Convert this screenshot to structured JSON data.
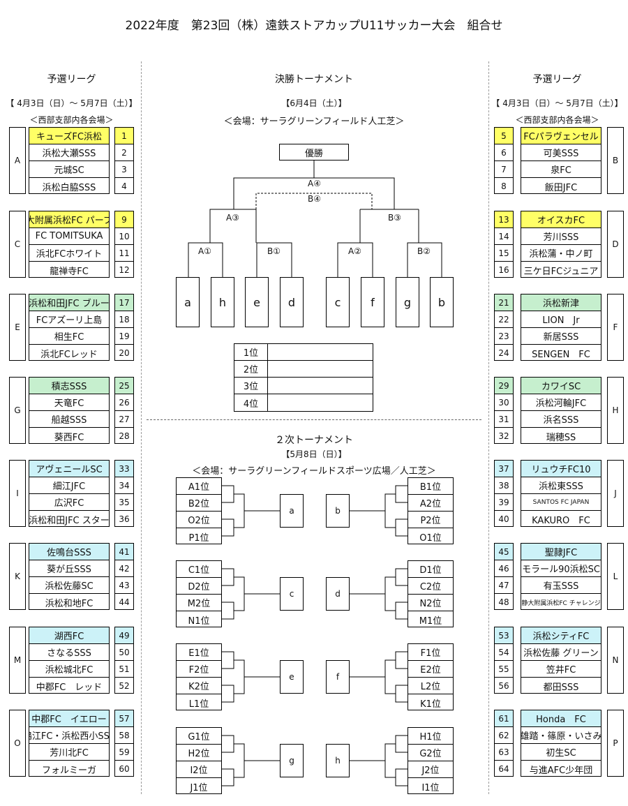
{
  "title": "2022年度　第23回（株）遠鉄ストアカップU11サッカー大会　組合せ",
  "left_header": {
    "title": "予選リーグ",
    "dates": "【 4月3日（日）～ 5月7日（土）】",
    "venue": "＜西部支部内各会場＞"
  },
  "right_header": {
    "title": "予選リーグ",
    "dates": "【 4月3日（日）～ 5月7日（土）】",
    "venue": "＜西部支部内各会場＞"
  },
  "final": {
    "title": "決勝トーナメント",
    "date": "【6月4日（土）】",
    "venue": "＜会場：サーラグリーンフィールド人工芝＞",
    "champion": "優勝",
    "m_final": "A④",
    "m_third": "B④",
    "m_semi_l": "A③",
    "m_semi_r": "B③",
    "m_q1": "A①",
    "m_q2": "B①",
    "m_q3": "A②",
    "m_q4": "B②",
    "slots": [
      "a",
      "h",
      "e",
      "d",
      "c",
      "f",
      "g",
      "b"
    ],
    "ranks": [
      "1位",
      "2位",
      "3位",
      "4位"
    ]
  },
  "second": {
    "title": "２次トーナメント",
    "date": "【5月8日（日）】",
    "venue": "＜会場：サーラグリーンフィールドスポーツ広場／人工芝＞",
    "blocks": [
      {
        "left": [
          "A1位",
          "B2位",
          "O2位",
          "P1位"
        ],
        "lslot": "a",
        "rslot": "b",
        "right": [
          "B1位",
          "A2位",
          "P2位",
          "O1位"
        ]
      },
      {
        "left": [
          "C1位",
          "D2位",
          "M2位",
          "N1位"
        ],
        "lslot": "c",
        "rslot": "d",
        "right": [
          "D1位",
          "C2位",
          "N2位",
          "M1位"
        ]
      },
      {
        "left": [
          "E1位",
          "F2位",
          "K2位",
          "L1位"
        ],
        "lslot": "e",
        "rslot": "f",
        "right": [
          "F1位",
          "E2位",
          "L2位",
          "K1位"
        ]
      },
      {
        "left": [
          "G1位",
          "H2位",
          "I2位",
          "J1位"
        ],
        "lslot": "g",
        "rslot": "h",
        "right": [
          "H1位",
          "G2位",
          "J2位",
          "I1位"
        ]
      }
    ]
  },
  "left_groups": [
    {
      "letter": "A",
      "teams": [
        "キューズFC浜松",
        "浜松大瀬SSS",
        "元城SC",
        "浜松白脇SSS"
      ],
      "nums": [
        "1",
        "2",
        "3",
        "4"
      ]
    },
    {
      "letter": "C",
      "teams": [
        "静大附属浜松FC パープル",
        "FC TOMITSUKA",
        "浜北FCホワイト",
        "龍禅寺FC"
      ],
      "nums": [
        "9",
        "10",
        "11",
        "12"
      ]
    },
    {
      "letter": "E",
      "teams": [
        "浜松和田JFC ブルー",
        "FCアズーリ上島",
        "相生FC",
        "浜北FCレッド"
      ],
      "nums": [
        "17",
        "18",
        "19",
        "20"
      ]
    },
    {
      "letter": "G",
      "teams": [
        "積志SSS",
        "天竜FC",
        "船越SSS",
        "葵西FC"
      ],
      "nums": [
        "25",
        "26",
        "27",
        "28"
      ]
    },
    {
      "letter": "I",
      "teams": [
        "アヴェニールSC",
        "細江JFC",
        "広沢FC",
        "浜松和田JFC スター"
      ],
      "nums": [
        "33",
        "34",
        "35",
        "36"
      ]
    },
    {
      "letter": "K",
      "teams": [
        "佐鳴台SSS",
        "葵が丘SSS",
        "浜松佐藤SC",
        "浜松和地FC"
      ],
      "nums": [
        "41",
        "42",
        "43",
        "44"
      ]
    },
    {
      "letter": "M",
      "teams": [
        "湖西FC",
        "さなるSSS",
        "浜松城北FC",
        "中郡FC　レッド"
      ],
      "nums": [
        "49",
        "50",
        "51",
        "52"
      ]
    },
    {
      "letter": "O",
      "teams": [
        "中郡FC　イエロー",
        "鴨江FC・浜松西小SSS",
        "芳川北FC",
        "フォルミーガ"
      ],
      "nums": [
        "57",
        "58",
        "59",
        "60"
      ]
    }
  ],
  "right_groups": [
    {
      "letter": "B",
      "teams": [
        "FCパラヴェンセル",
        "可美SSS",
        "泉FC",
        "飯田JFC"
      ],
      "nums": [
        "5",
        "6",
        "7",
        "8"
      ]
    },
    {
      "letter": "D",
      "teams": [
        "オイスカFC",
        "芳川SSS",
        "浜松蒲・中ノ町",
        "三ケ日FCジュニア"
      ],
      "nums": [
        "13",
        "14",
        "15",
        "16"
      ]
    },
    {
      "letter": "F",
      "teams": [
        "浜松新津",
        "LION　Jr",
        "新居SSS",
        "SENGEN　FC"
      ],
      "nums": [
        "21",
        "22",
        "23",
        "24"
      ]
    },
    {
      "letter": "H",
      "teams": [
        "カワイSC",
        "浜松河輪JFC",
        "浜名SSS",
        "瑞穂SS"
      ],
      "nums": [
        "29",
        "30",
        "31",
        "32"
      ]
    },
    {
      "letter": "J",
      "teams": [
        "リュウチFC10",
        "浜松東SSS",
        "SANTOS FC JAPAN",
        "KAKURO　FC"
      ],
      "nums": [
        "37",
        "38",
        "39",
        "40"
      ]
    },
    {
      "letter": "L",
      "teams": [
        "聖隷JFC",
        "モラール90浜松SC",
        "有玉SSS",
        "静大附属浜松FC チャレンジ"
      ],
      "nums": [
        "45",
        "46",
        "47",
        "48"
      ]
    },
    {
      "letter": "N",
      "teams": [
        "浜松シティFC",
        "浜松佐藤 グリーン",
        "笠井FC",
        "都田SSS"
      ],
      "nums": [
        "53",
        "54",
        "55",
        "56"
      ]
    },
    {
      "letter": "P",
      "teams": [
        "Honda　FC",
        "雄踏・篠原・いさみ",
        "初生SC",
        "与進AFC少年団"
      ],
      "nums": [
        "61",
        "62",
        "63",
        "64"
      ]
    }
  ],
  "colors": {
    "row1": [
      "#ffff66",
      "#ffff66",
      "#c6efce",
      "#c6efce",
      "#ccf2f8",
      "#ccf2f8",
      "#ccf2f8",
      "#ccf2f8"
    ]
  }
}
